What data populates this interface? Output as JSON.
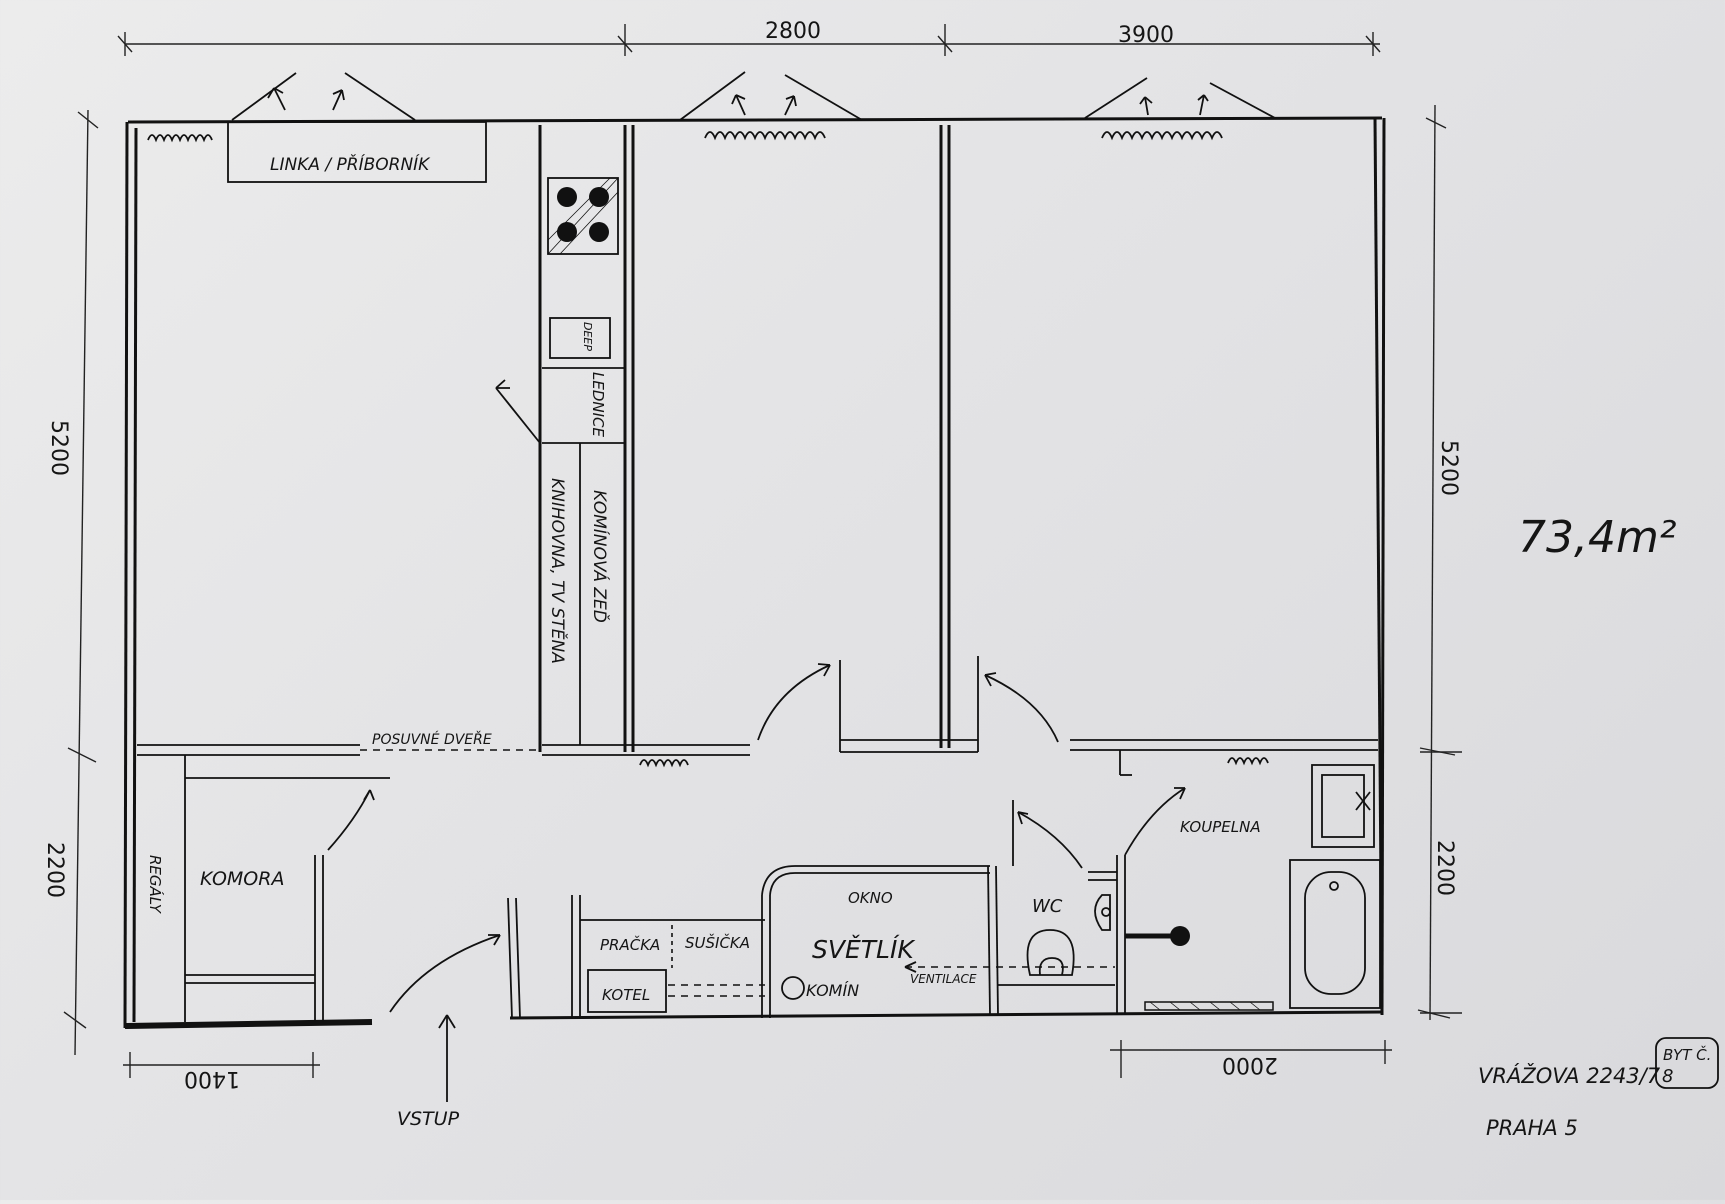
{
  "plan": {
    "area": "73,4m²",
    "address": {
      "street": "VRÁŽOVA 2243/7",
      "flat_label": "BYT Č.",
      "flat_number": "8",
      "city": "PRAHA 5"
    },
    "dimensions": {
      "top_left": "2800",
      "top_right": "3900",
      "left_upper": "5200",
      "left_lower": "2200",
      "right_upper": "5200",
      "right_lower": "2200",
      "bottom_left": "1400",
      "bottom_right": "2000"
    },
    "labels": {
      "linka": "LINKA / PŘÍBORNÍK",
      "deep": "DEEP",
      "lednice": "LEDNICE",
      "kominova": "KOMÍNOVÁ ZEĎ",
      "knihovna": "KNIHOVNA, TV STĚNA",
      "posuvne": "POSUVNÉ DVEŘE",
      "komora": "KOMORA",
      "regaly": "REGÁLY",
      "pracka": "PRAČKA",
      "susicka": "SUŠIČKA",
      "kotel": "KOTEL",
      "komin": "KOMÍN",
      "okno": "OKNO",
      "svetlik": "SVĚTLÍK",
      "ventilace": "VENTILACE",
      "wc": "WC",
      "koupelna": "KOUPELNA",
      "vstup": "VSTUP"
    }
  }
}
